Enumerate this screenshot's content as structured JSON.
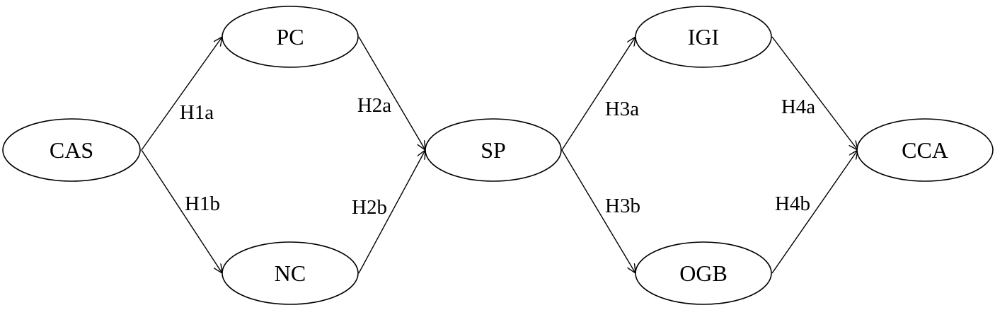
{
  "nodes": {
    "cas": "CAS",
    "pc": "PC",
    "nc": "NC",
    "sp": "SP",
    "igi": "IGI",
    "ogb": "OGB",
    "cca": "CCA"
  },
  "edges": {
    "h1a": "H1a",
    "h1b": "H1b",
    "h2a": "H2a",
    "h2b": "H2b",
    "h3a": "H3a",
    "h3b": "H3b",
    "h4a": "H4a",
    "h4b": "H4b"
  },
  "colors": {
    "stroke": "#000000",
    "background": "#ffffff"
  }
}
